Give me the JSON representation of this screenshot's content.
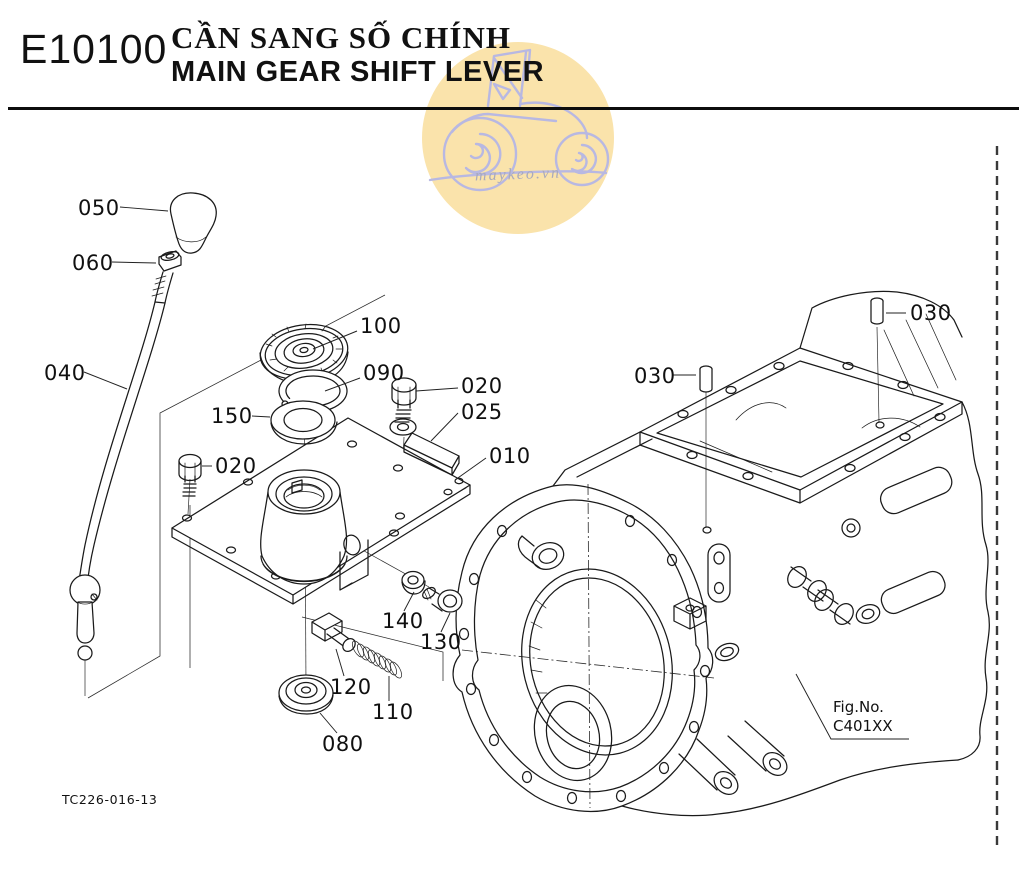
{
  "header": {
    "code": "E10100",
    "title_primary": "CẦN SANG SỐ CHÍNH",
    "title_secondary": "MAIN GEAR SHIFT LEVER"
  },
  "watermark": {
    "text": "maykeo.vn"
  },
  "callouts": {
    "c050": "050",
    "c060": "060",
    "c040": "040",
    "c100": "100",
    "c090": "090",
    "c150": "150",
    "c020a": "020",
    "c025": "025",
    "c010": "010",
    "c020b": "020",
    "c030a": "030",
    "c030b": "030",
    "c140": "140",
    "c130": "130",
    "c120": "120",
    "c110": "110",
    "c080": "080"
  },
  "figure_ref": {
    "label": "Fig.No.",
    "value": "C401XX"
  },
  "drawing_code": "TC226-016-13",
  "colors": {
    "line": "#1a1a1a",
    "watermark_circle": "#FAE3AB",
    "watermark_line": "#B8B8E2",
    "watermark_text": "#A9A9BC"
  }
}
